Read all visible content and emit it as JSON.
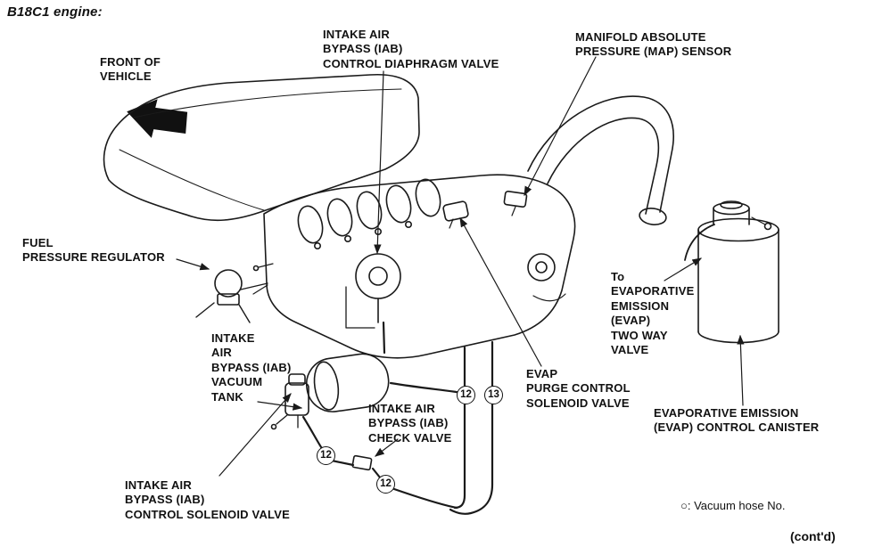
{
  "page": {
    "title": "B18C1 engine:",
    "legend": "○: Vacuum hose No.",
    "contd": "(cont'd)"
  },
  "labels": {
    "front_of_vehicle": "FRONT OF\nVEHICLE",
    "iab_control_diaphragm_valve": "INTAKE AIR\nBYPASS (IAB)\nCONTROL DIAPHRAGM VALVE",
    "map_sensor": "MANIFOLD ABSOLUTE\nPRESSURE (MAP) SENSOR",
    "fuel_pressure_regulator": "FUEL\nPRESSURE REGULATOR",
    "to_evap_two_way_valve": "To\nEVAPORATIVE\nEMISSION\n(EVAP)\nTWO WAY\nVALVE",
    "iab_vacuum_tank": "INTAKE\nAIR\nBYPASS (IAB)\nVACUUM\nTANK",
    "evap_purge_control_solenoid_valve": "EVAP\nPURGE CONTROL\nSOLENOID VALVE",
    "iab_check_valve": "INTAKE AIR\nBYPASS (IAB)\nCHECK VALVE",
    "evap_control_canister": "EVAPORATIVE EMISSION\n(EVAP) CONTROL CANISTER",
    "iab_control_solenoid_valve": "INTAKE AIR\nBYPASS (IAB)\nCONTROL SOLENOID VALVE"
  },
  "hose_numbers": {
    "n1": "12",
    "n2": "13",
    "n3": "12",
    "n4": "12"
  },
  "colors": {
    "ink": "#1a1a1a",
    "paper": "#ffffff"
  }
}
